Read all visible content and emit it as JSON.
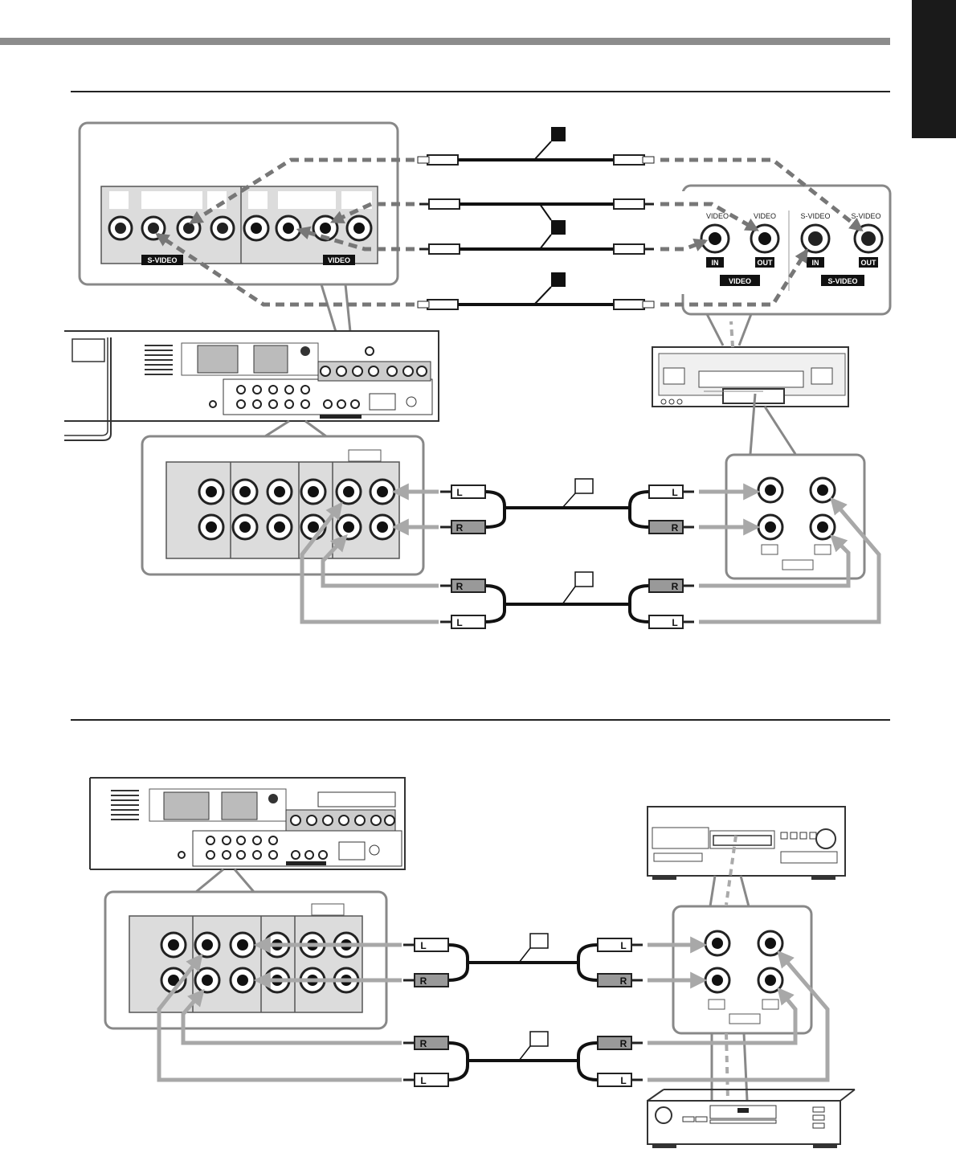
{
  "labels": {
    "s_video": "S-VIDEO",
    "video": "VIDEO",
    "vcr_video_in": "VIDEO",
    "vcr_video_out": "VIDEO",
    "vcr_svideo_in": "S-VIDEO",
    "vcr_svideo_out": "S-VIDEO",
    "in": "IN",
    "out": "OUT",
    "vcr_video_group": "VIDEO",
    "vcr_svideo_group": "S-VIDEO",
    "plug_l": "L",
    "plug_r": "R"
  },
  "colors": {
    "ink": "#222222",
    "panel": "#dcdcdc",
    "panel_border": "#888888",
    "arrow": "#a8a8a8",
    "dashed_cable": "#777777"
  },
  "icons": [
    "rca-jack-icon",
    "s-video-jack-icon",
    "rca-plug-icon",
    "s-video-plug-icon",
    "arrow-icon"
  ]
}
